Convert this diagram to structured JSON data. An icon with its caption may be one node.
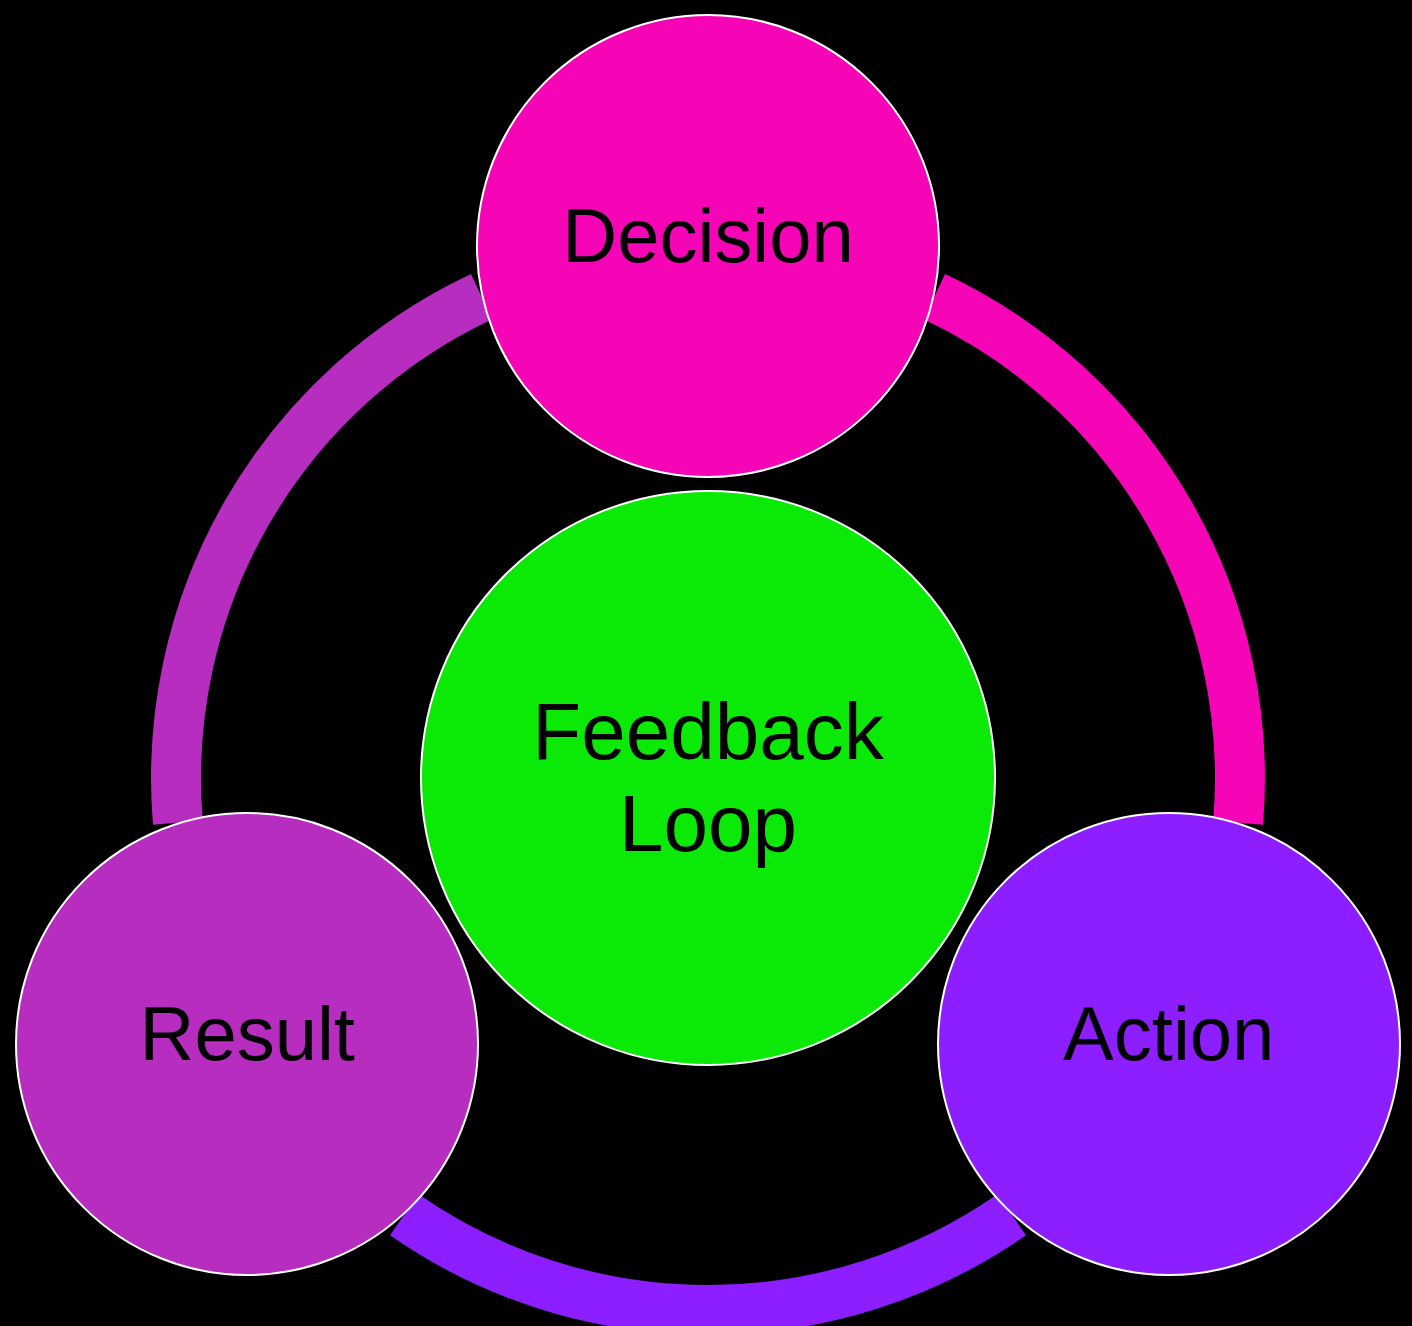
{
  "diagram": {
    "nodes": [
      {
        "text": [
          "Decision"
        ]
      },
      {
        "text": [
          "Feedback Loop"
        ]
      },
      {
        "text": [
          "Result"
        ]
      },
      {
        "text": [
          "Action"
        ]
      }
    ],
    "edges": [
      {
        "from": 0,
        "to": 3,
        "arrow": "none",
        "color": "#f505b5"
      },
      {
        "from": 3,
        "to": 2,
        "arrow": "none",
        "color": "#8c1eff"
      },
      {
        "from": 2,
        "to": 0,
        "arrow": "none",
        "color": "#b72dc0"
      }
    ]
  }
}
